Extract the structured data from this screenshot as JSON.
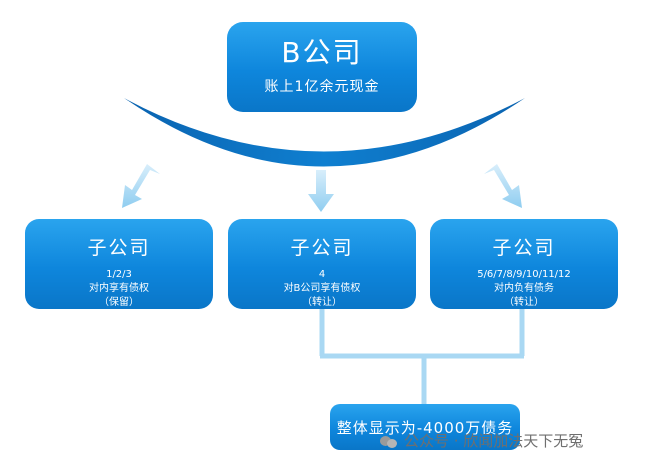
{
  "top": {
    "title": "B公司",
    "subtitle": "账上1亿余元现金"
  },
  "subsidiaries": [
    {
      "title": "子公司",
      "line1": "1/2/3",
      "line2": "对内享有债权",
      "line3": "（保留）"
    },
    {
      "title": "子公司",
      "line1": "4",
      "line2": "对B公司享有债权",
      "line3": "（转让）"
    },
    {
      "title": "子公司",
      "line1": "5/6/7/8/9/10/11/12",
      "line2": "对内负有债务",
      "line3": "（转让）"
    }
  ],
  "result": {
    "text": "整体显示为-4000万债务"
  },
  "watermark": {
    "text": "公众号 · 欣闻加法天下无冤"
  },
  "colors": {
    "box_blue": "#0e86dc",
    "arc_blue": "#0b6fc0",
    "arrow_light_blue": "#a9d8f3",
    "connector_light_blue": "#a9d8f3"
  }
}
